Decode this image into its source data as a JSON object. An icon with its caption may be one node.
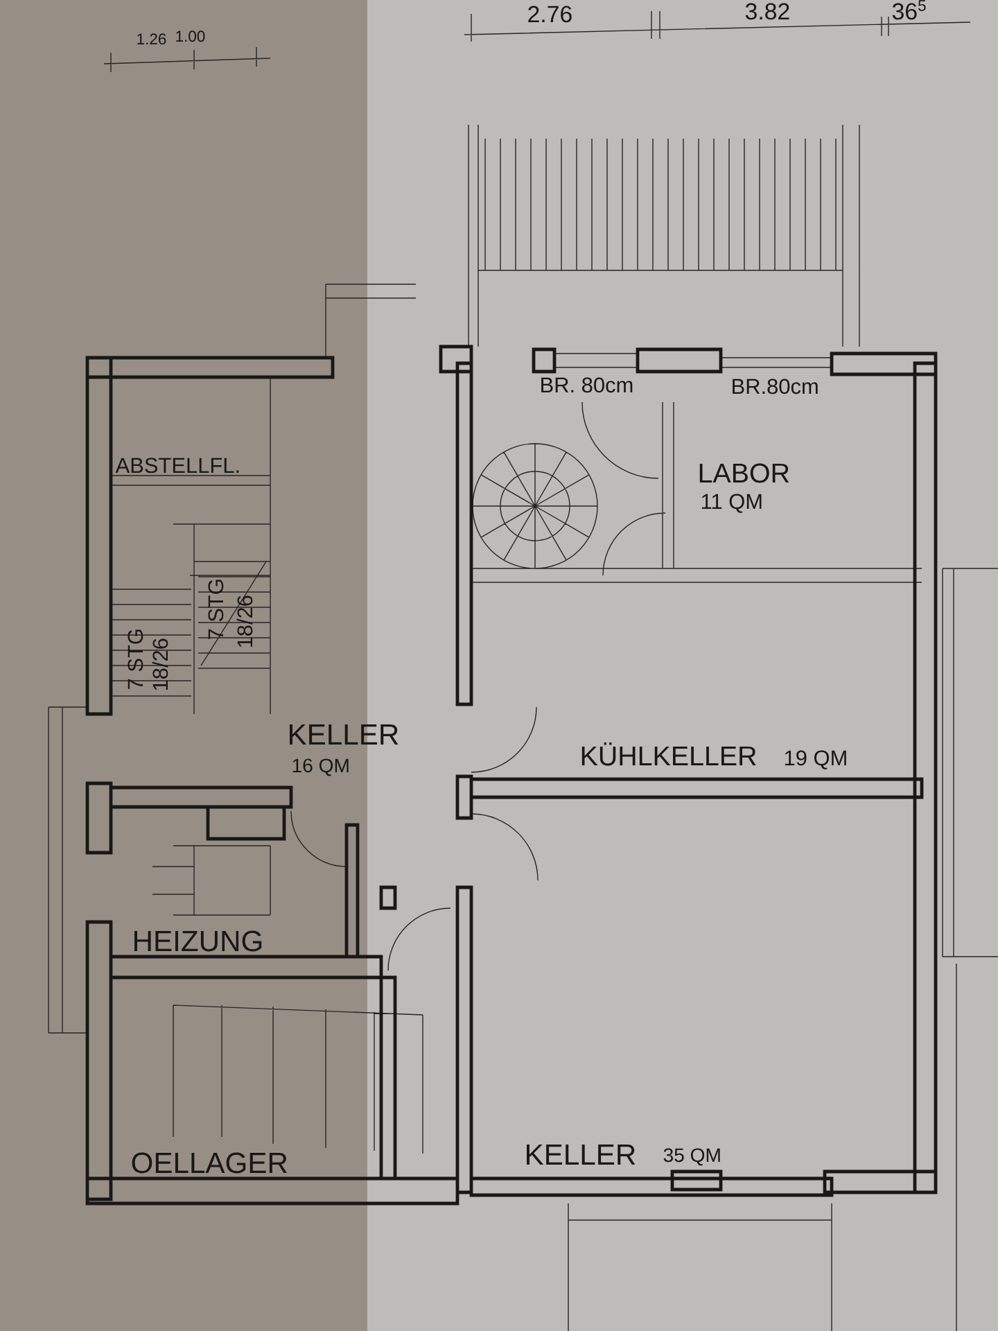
{
  "diagram": {
    "labels": [
      "1.26",
      "1.00",
      "2.76",
      "3.82",
      "36$^{5}$",
      "BR. 80cm",
      "BR.80cm",
      "ABSTELLFL.",
      "LABOR",
      "11 QM",
      "7 STG",
      "18/26",
      "7 STG",
      "18/26",
      "KELLER",
      "16 QM",
      "KÜHLKELLER",
      "19 QM",
      "HEIZUNG",
      "OELLAGER",
      "KELLER",
      "35 QM"
    ]
  }
}
